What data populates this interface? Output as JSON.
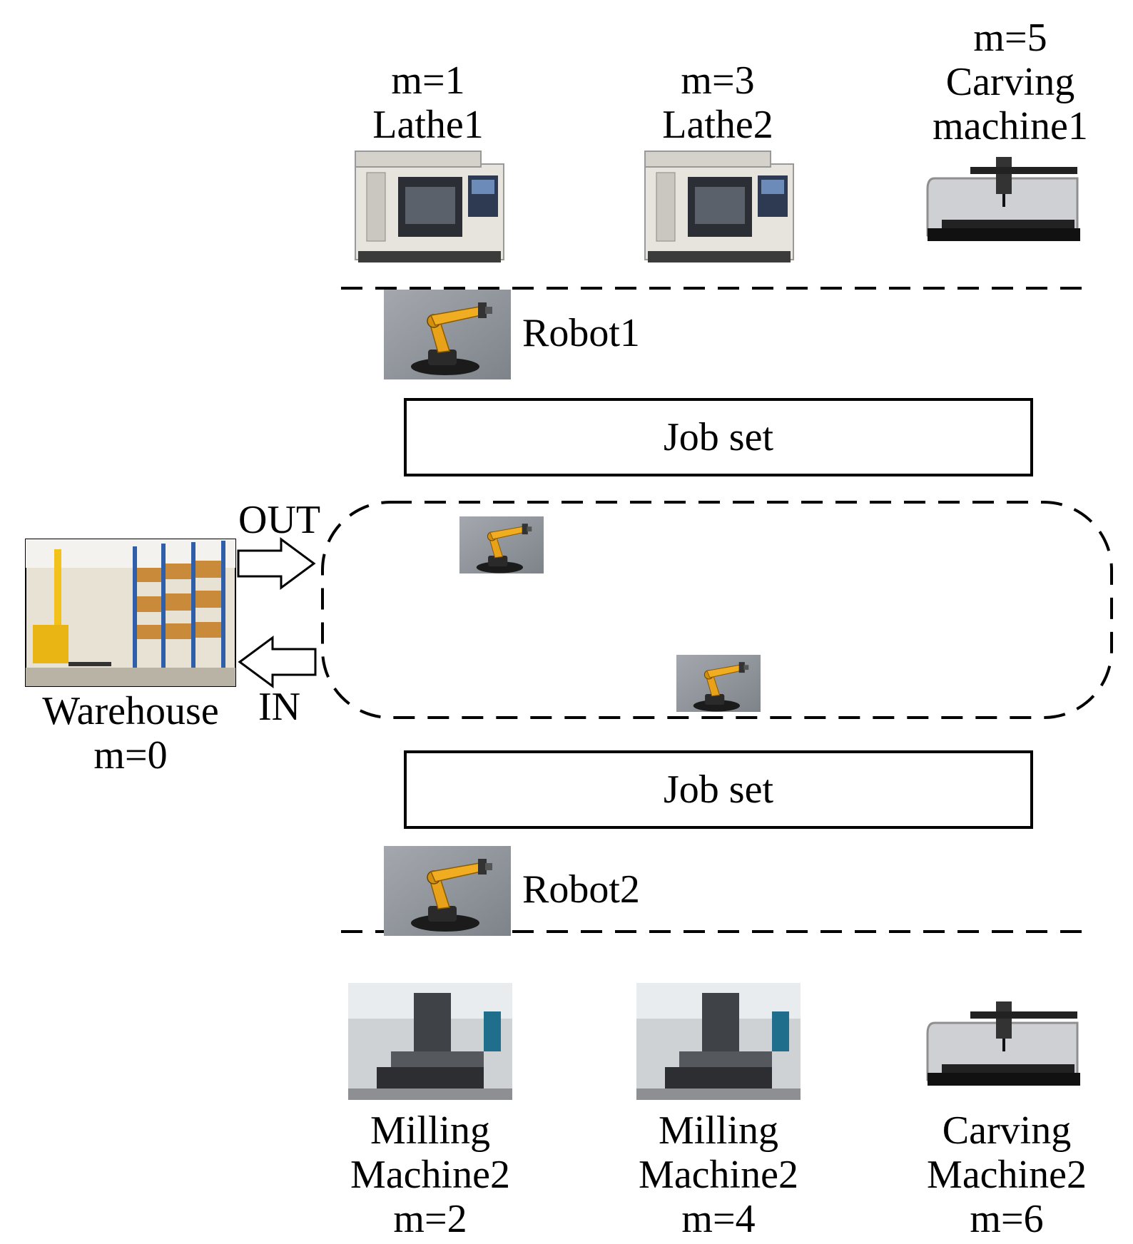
{
  "machines_top": [
    {
      "m": "m=1",
      "name": "Lathe1"
    },
    {
      "m": "m=3",
      "name": "Lathe2"
    },
    {
      "m": "m=5",
      "name_line1": "Carving",
      "name_line2": "machine1"
    }
  ],
  "machines_bottom": [
    {
      "line1": "Milling",
      "line2": "Machine2",
      "m": "m=2"
    },
    {
      "line1": "Milling",
      "line2": "Machine2",
      "m": "m=4"
    },
    {
      "line1": "Carving",
      "line2": "Machine2",
      "m": "m=6"
    }
  ],
  "robots": {
    "robot1": "Robot1",
    "robot2": "Robot2"
  },
  "job_sets": {
    "top": "Job set",
    "bottom": "Job set"
  },
  "warehouse": {
    "name": "Warehouse",
    "m": "m=0"
  },
  "arrows": {
    "out": "OUT",
    "in": "IN"
  },
  "colors": {
    "robot_orange": "#e8a21a",
    "robot_bg": "#8d9299",
    "lathe_body": "#e6e4dc",
    "shelf_blue": "#2f5fa8"
  }
}
